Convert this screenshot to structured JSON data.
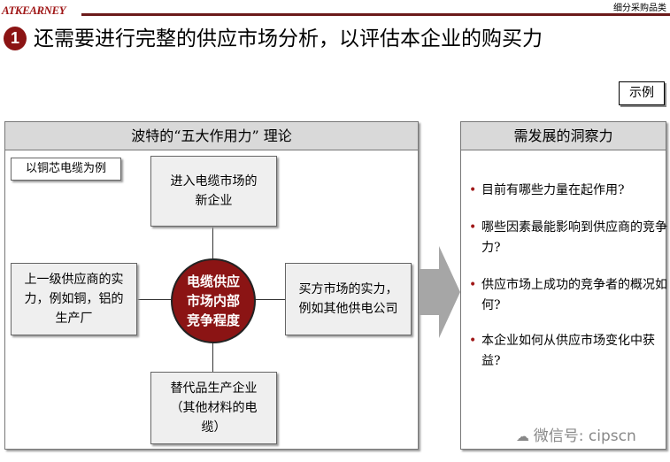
{
  "header": {
    "logo": "ATKEARNEY",
    "category": "细分采购品类",
    "step_number": "1",
    "title": "还需要进行完整的供应市场分析，以评估本企业的购买力",
    "example_label": "示例"
  },
  "left_panel": {
    "title": "波特的“五大作用力” 理论",
    "example_note": "以铜芯电缆为例",
    "forces": {
      "top": "进入电缆市场的新企业",
      "left": "上一级供应商的实力，例如铜，铝的生产厂",
      "right": "买方市场的实力，例如其他供电公司",
      "bottom": "替代品生产企业（其他材料的电缆）",
      "center": "电缆供应市场内部竞争程度"
    }
  },
  "right_panel": {
    "title": "需发展的洞察力",
    "items": [
      "目前有哪些力量在起作用?",
      "哪些因素最能影响到供应商的竞争力?",
      "供应市场上成功的竞争者的概况如何?",
      "本企业如何从供应市场变化中获益?"
    ]
  },
  "watermark": "微信号: cipscn",
  "colors": {
    "accent": "#8b1414",
    "header_gray": "#d9d9d9"
  }
}
